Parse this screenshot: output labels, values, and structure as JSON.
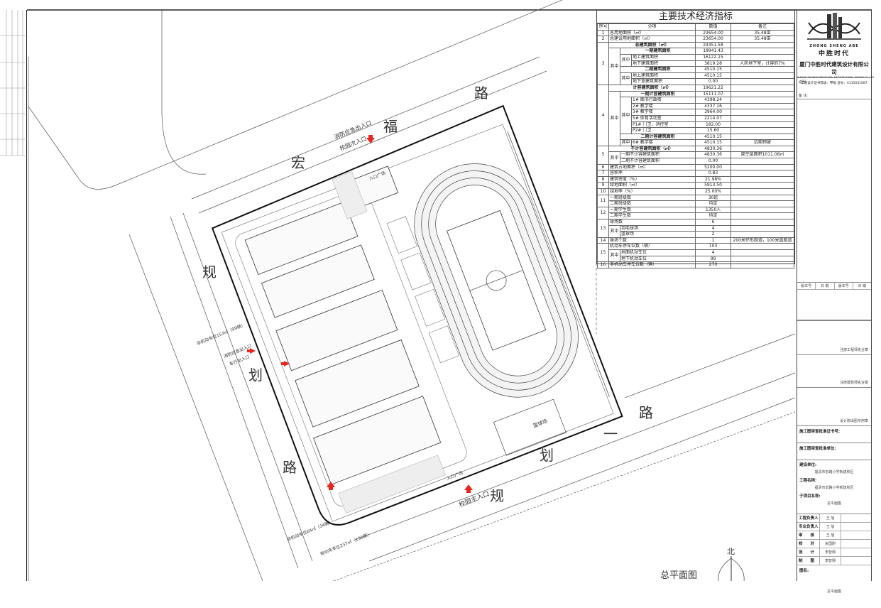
{
  "drawing": {
    "roads": {
      "top": [
        "宏",
        "福",
        "路"
      ],
      "left": [
        "规",
        "划",
        "路"
      ],
      "bottom": [
        "规",
        "划",
        "一",
        "路"
      ]
    },
    "labels": {
      "north_fire_entrance": "消防应急出入口",
      "north_secondary_entrance": "校园次入口",
      "entrance_plaza_north": "入口广场",
      "bike_parking_west": "非机动车位153㎡（99辆）",
      "west_fire_entrance": "消防应急出入口",
      "west_vehicle_entrance": "车行出入口",
      "main_entrance": "校园主入口",
      "entrance_plaza_south": "入口广场",
      "bike_parking_south": "非机动车位64㎡（34辆）",
      "ebike_parking": "电动车车位237㎡（136辆）",
      "basketball_court": "篮球场",
      "north": "北",
      "drawing_title": "总平面图"
    },
    "accent_red": "#e8251f"
  },
  "table": {
    "title": "主要技术经济指标",
    "headers": [
      "序号",
      "分项",
      "数值",
      "备注"
    ],
    "qizhong": "其中",
    "rows": [
      {
        "no": "1",
        "label": "总用地面积（㎡）",
        "value": "23654.00",
        "note": "35.48亩"
      },
      {
        "no": "2",
        "label": "总建设用地面积（㎡）",
        "value": "23654.00",
        "note": "35.48亩"
      },
      {
        "no": "3",
        "label": "总建筑面积（㎡）",
        "value": "24451.58",
        "note": ""
      },
      {
        "label": "一期建筑面积",
        "value": "19941.43",
        "note": ""
      },
      {
        "label": "地上建筑面积",
        "value": "16122.15",
        "note": ""
      },
      {
        "label": "地下建筑面积",
        "value": "3819.28",
        "note": "人防地下室，计容的7%"
      },
      {
        "label": "二期建筑面积",
        "value": "4510.15",
        "note": ""
      },
      {
        "label": "地上建筑面积",
        "value": "4510.15",
        "note": ""
      },
      {
        "label": "地下室建筑面积",
        "value": "0.00",
        "note": ""
      },
      {
        "no": "4",
        "label": "计容建筑面积（㎡）",
        "value": "19621.22",
        "note": ""
      },
      {
        "label": "一期计容建筑面积",
        "value": "15111.07",
        "note": ""
      },
      {
        "label": "1# 图书行政楼",
        "value": "4398.24",
        "note": ""
      },
      {
        "label": "2# 教学楼",
        "value": "4337.16",
        "note": ""
      },
      {
        "label": "3# 教学楼",
        "value": "3964.00",
        "note": ""
      },
      {
        "label": "5# 体育活动室",
        "value": "2214.07",
        "note": ""
      },
      {
        "label": "P1# 门卫、消控室",
        "value": "182.00",
        "note": ""
      },
      {
        "label": "P2# 门卫",
        "value": "15.60",
        "note": ""
      },
      {
        "label": "二期计容建筑面积",
        "value": "4510.15",
        "note": ""
      },
      {
        "label": "6# 教学楼",
        "value": "4510.15",
        "note": "远期预留"
      },
      {
        "no": "5",
        "label": "不计容建筑面积（㎡）",
        "value": "4830.36",
        "note": ""
      },
      {
        "label": "一期不计容建筑面积",
        "value": "4830.36",
        "note": "架空层面积1011.08㎡"
      },
      {
        "label": "二期不计容建筑面积",
        "value": "0.00",
        "note": ""
      },
      {
        "no": "6",
        "label": "建筑占地面积（㎡）",
        "value": "5200.00",
        "note": ""
      },
      {
        "no": "7",
        "label": "容积率",
        "value": "0.83",
        "note": ""
      },
      {
        "no": "8",
        "label": "建筑密度（%）",
        "value": "21.98%",
        "note": ""
      },
      {
        "no": "9",
        "label": "绿地面积（㎡）",
        "value": "5913.50",
        "note": ""
      },
      {
        "no": "10",
        "label": "绿地率（%）",
        "value": "25.00%",
        "note": ""
      },
      {
        "no": "11",
        "label": "一期班级数",
        "value": "30班",
        "note": ""
      },
      {
        "label": "二期班级数",
        "value": "待定",
        "note": ""
      },
      {
        "no": "12",
        "label": "一期学生数",
        "value": "1350人",
        "note": ""
      },
      {
        "label": "二期学生数",
        "value": "待定",
        "note": ""
      },
      {
        "no": "13",
        "label": "球场数",
        "value": "6",
        "note": ""
      },
      {
        "label": "羽毛球场",
        "value": "4",
        "note": ""
      },
      {
        "label": "篮球场",
        "value": "2",
        "note": ""
      },
      {
        "no": "14",
        "label": "操场个数",
        "value": "1",
        "note": "200米环形跑道，100米直跑道"
      },
      {
        "no": "15",
        "label": "机动车停车位数（辆）",
        "value": "103",
        "note": ""
      },
      {
        "label": "地面机动车位",
        "value": "4",
        "note": ""
      },
      {
        "label": "地下机动车位",
        "value": "99",
        "note": ""
      },
      {
        "no": "16",
        "label": "非机动车停车位数（辆）",
        "value": "270",
        "note": ""
      }
    ]
  },
  "title_block": {
    "logo_en": "ZHONG SHENG ABE",
    "logo_cn": "中胜时代",
    "company": "厦门中胜时代建筑设计有限公司",
    "company_en": "XIAMEN ZHONGSHENGSHIDAI ARCHITECTURAL DESIGN CO.,LTD",
    "certificate": "工程设计证书等级：甲级  证号：A135031087",
    "notes_label": "说明：",
    "remarks_label": "备 注：",
    "revision_headers": [
      "版本号",
      "日 期",
      "版本号",
      "日 期"
    ],
    "stamps": [
      "注册工程师执业章",
      "注册建筑师执业章",
      "设计院出图专用章"
    ],
    "review_cert_label": "施工图审查批准证书号:",
    "review_unit_label": "施工图审查批准单位:",
    "client_label": "建设单位:",
    "client": "福清市宏路小学新建校区",
    "project_label": "工程名称:",
    "project": "福清市宏路小学新建校区",
    "subproject_label": "子项目名称:",
    "subproject": "总平面图",
    "staff": [
      {
        "role": "工程负责人",
        "name": "王 旭"
      },
      {
        "role": "专业负责人",
        "name": "王 旭"
      },
      {
        "role": "审　　核",
        "name": "王 旭"
      },
      {
        "role": "校　　对",
        "name": "余国尉"
      },
      {
        "role": "设　　计",
        "name": "李智翔"
      },
      {
        "role": "制　　图",
        "name": "李智翔"
      }
    ],
    "drawing_name_label": "图名:",
    "drawing_name": "总平面图"
  }
}
